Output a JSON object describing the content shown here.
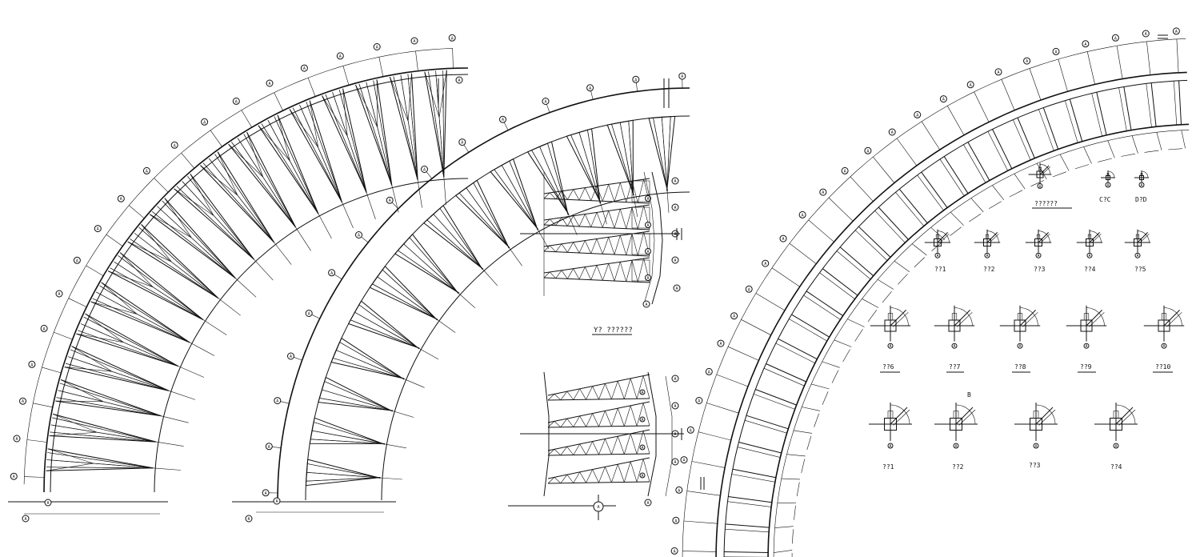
{
  "caption_a": "Y? ??????",
  "caption_b": "??????",
  "node_labels": [
    "C?C",
    "D?D"
  ],
  "detail_row1": [
    "??1",
    "??2",
    "??3",
    "??4",
    "??5"
  ],
  "detail_row2": [
    "??6",
    "??7",
    "??8",
    "??9",
    "??10"
  ],
  "detail_row3": [
    "??1",
    "??2",
    "??3",
    "??4"
  ],
  "axis_tag": "A",
  "dim_tag": "B"
}
